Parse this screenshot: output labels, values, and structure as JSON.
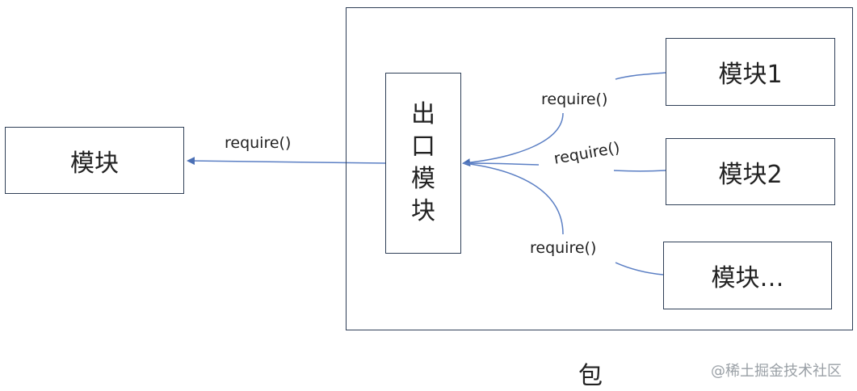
{
  "left_module": {
    "label": "模块"
  },
  "left_arrow": {
    "label": "require()"
  },
  "package": {
    "caption": "包",
    "exit_module": {
      "chars": [
        "出",
        "口",
        "模",
        "块"
      ]
    },
    "modules": [
      {
        "label": "模块1",
        "connector_label": "require()"
      },
      {
        "label": "模块2",
        "connector_label": "require()"
      },
      {
        "label": "模块…",
        "connector_label": "require()"
      }
    ]
  },
  "watermark": "@稀土掘金技术社区",
  "colors": {
    "line": "#5b7fc4",
    "box_border": "#2f3f57"
  }
}
